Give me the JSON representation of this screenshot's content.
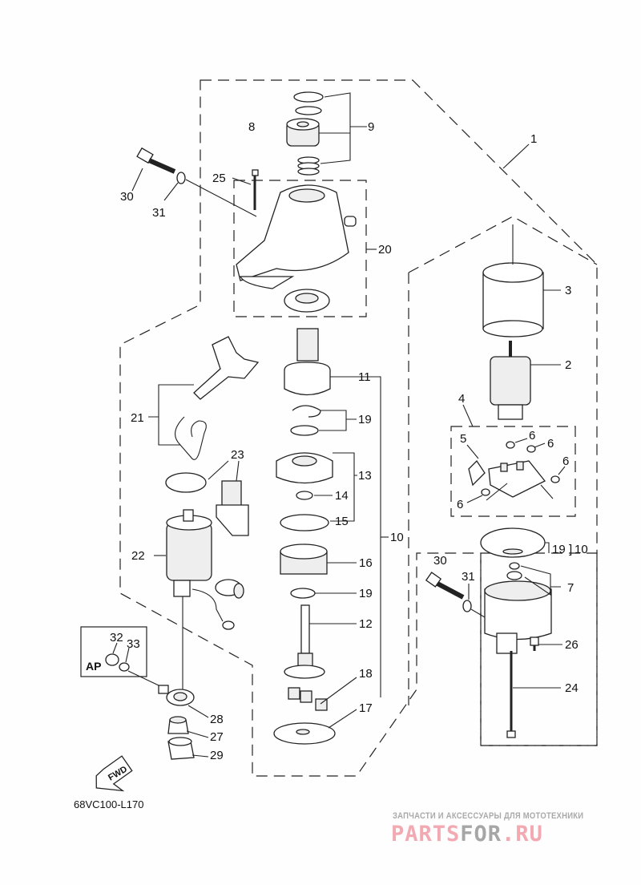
{
  "diagram": {
    "title": "Starter motor exploded view",
    "diagram_code": "68VC100-L170",
    "forward_arrow_label": "FWD",
    "ap_box_label": "AP",
    "callouts": {
      "c1": "1",
      "c2": "2",
      "c3": "3",
      "c4": "4",
      "c5": "5",
      "c6a": "6",
      "c6b": "6",
      "c6c": "6",
      "c6d": "6",
      "c7": "7",
      "c8": "8",
      "c9": "9",
      "c10": "10",
      "c10b": "10",
      "c11": "11",
      "c12": "12",
      "c13": "13",
      "c14": "14",
      "c15": "15",
      "c16": "16",
      "c17": "17",
      "c18": "18",
      "c19a": "19",
      "c19b": "19",
      "c19c": "19",
      "c20": "20",
      "c21": "21",
      "c22": "22",
      "c23": "23",
      "c24": "24",
      "c25": "25",
      "c26": "26",
      "c27": "27",
      "c28": "28",
      "c29": "29",
      "c30a": "30",
      "c30b": "30",
      "c31a": "31",
      "c31b": "31",
      "c32": "32",
      "c33": "33"
    }
  },
  "watermark": {
    "tagline": "ЗАПЧАСТИ И АКСЕССУАРЫ ДЛЯ МОТОТЕХНИКИ",
    "logo_part1": "PARTS",
    "logo_part2": "FOR",
    "logo_part3": ".RU",
    "colors": {
      "pink": "#f2a9b2",
      "grey": "#a6a6a6"
    }
  }
}
